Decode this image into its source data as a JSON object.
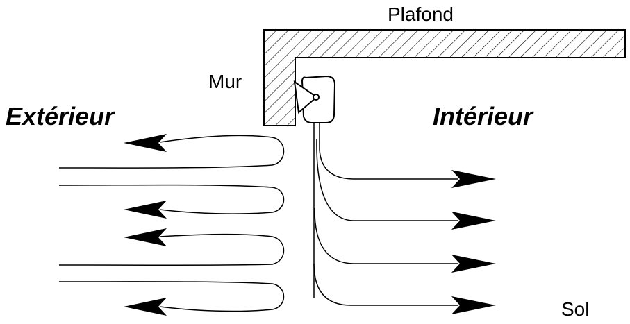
{
  "labels": {
    "ceiling": "Plafond",
    "wall": "Mur",
    "outside": "Extérieur",
    "inside": "Intérieur",
    "floor": "Sol"
  },
  "colors": {
    "ink": "#000000",
    "background": "#ffffff"
  }
}
